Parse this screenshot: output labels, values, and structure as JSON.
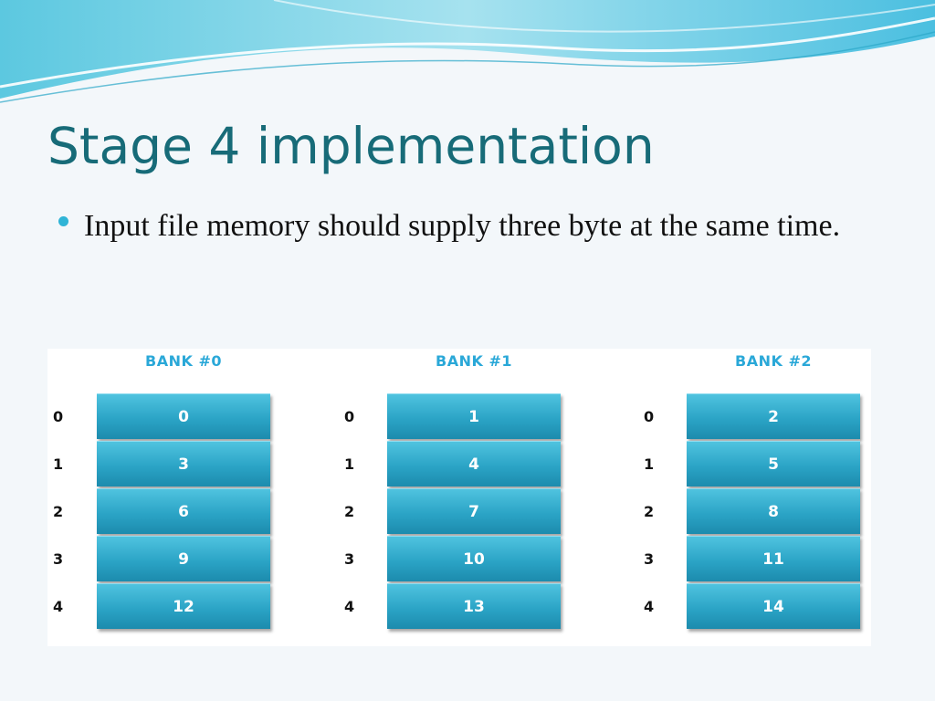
{
  "slide": {
    "title": "Stage 4 implementation",
    "bullet": "Input file memory should supply three byte at the same time."
  },
  "colors": {
    "title": "#176b78",
    "accent": "#2fb4d6",
    "bank_label": "#2aa8d8",
    "cell": "#2ba4c6"
  },
  "banks": [
    {
      "label": "BANK #0",
      "indices": [
        "0",
        "1",
        "2",
        "3",
        "4"
      ],
      "cells": [
        "0",
        "3",
        "6",
        "9",
        "12"
      ]
    },
    {
      "label": "BANK #1",
      "indices": [
        "0",
        "1",
        "2",
        "3",
        "4"
      ],
      "cells": [
        "1",
        "4",
        "7",
        "10",
        "13"
      ]
    },
    {
      "label": "BANK #2",
      "indices": [
        "0",
        "1",
        "2",
        "3",
        "4"
      ],
      "cells": [
        "2",
        "5",
        "8",
        "11",
        "14"
      ]
    }
  ]
}
